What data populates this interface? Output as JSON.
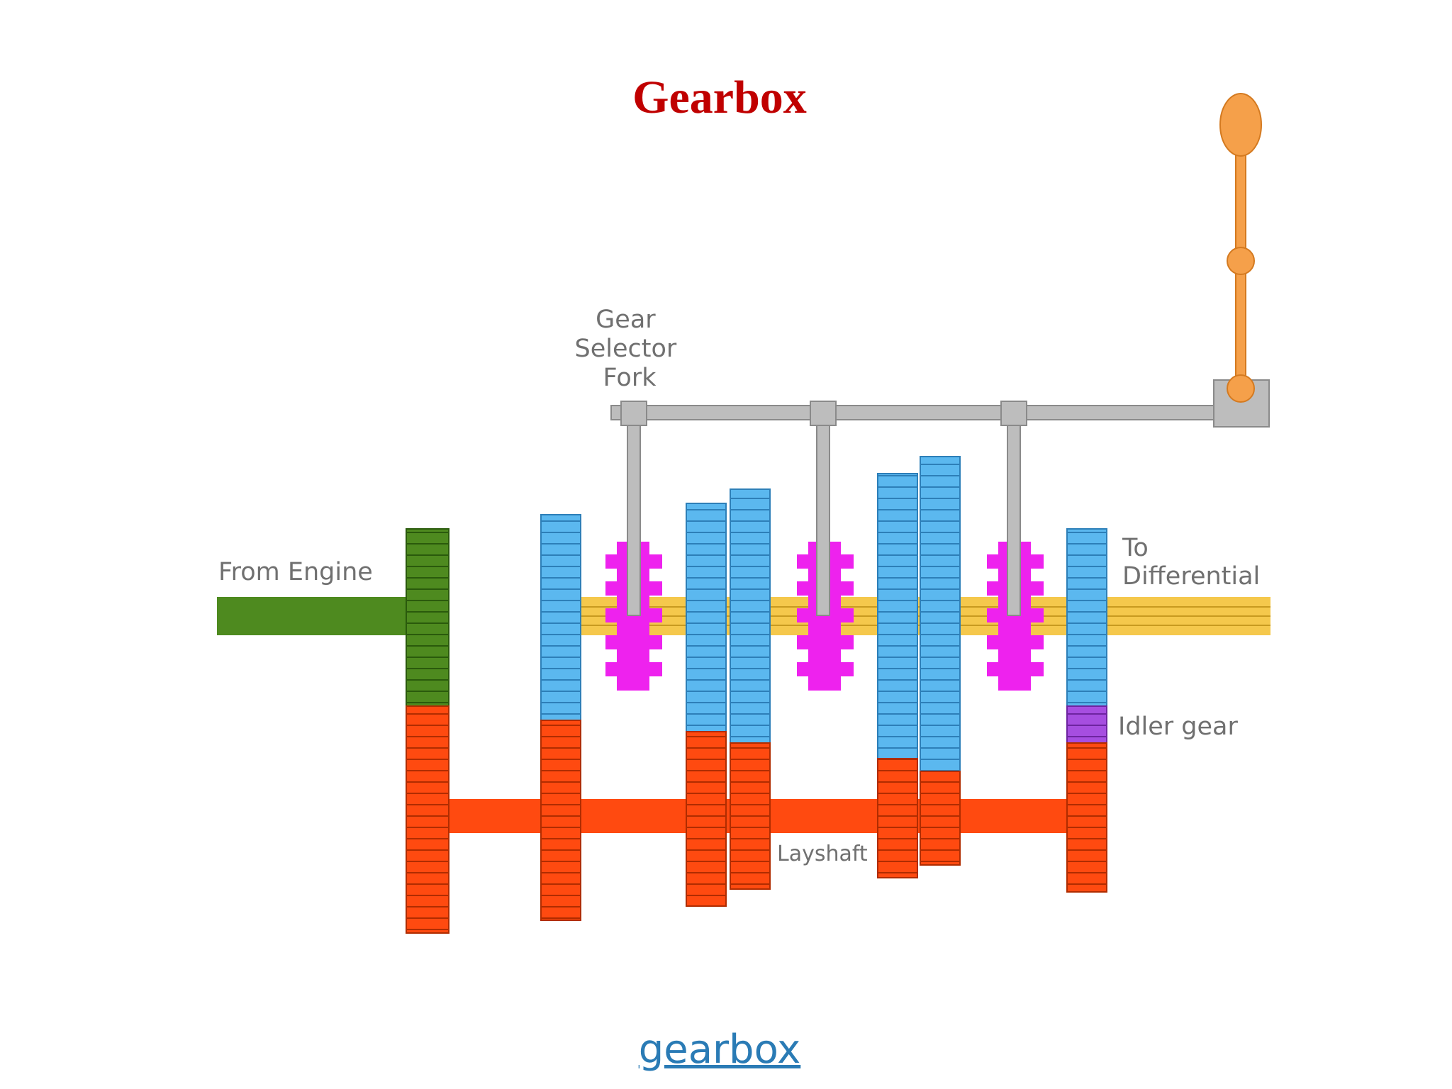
{
  "slide": {
    "title": "Gearbox",
    "caption_link": "gearbox"
  },
  "diagram": {
    "labels": {
      "gear_selector_fork": [
        "Gear",
        "Selector",
        "Fork"
      ],
      "from_engine": "From Engine",
      "to_differential": [
        "To",
        "Differential"
      ],
      "idler_gear": "Idler gear",
      "layshaft": "Layshaft"
    },
    "colors": {
      "input_shaft": "#4e8a1f",
      "main_shaft": "#f5c84c",
      "output_gears": "#5bb8ef",
      "layshaft": "#ff4a10",
      "selector_collars": "#ee22ee",
      "idler_gear": "#a64ee0",
      "selector_rods": "#bdbdbd",
      "gear_lever": "#f5a04a"
    }
  }
}
